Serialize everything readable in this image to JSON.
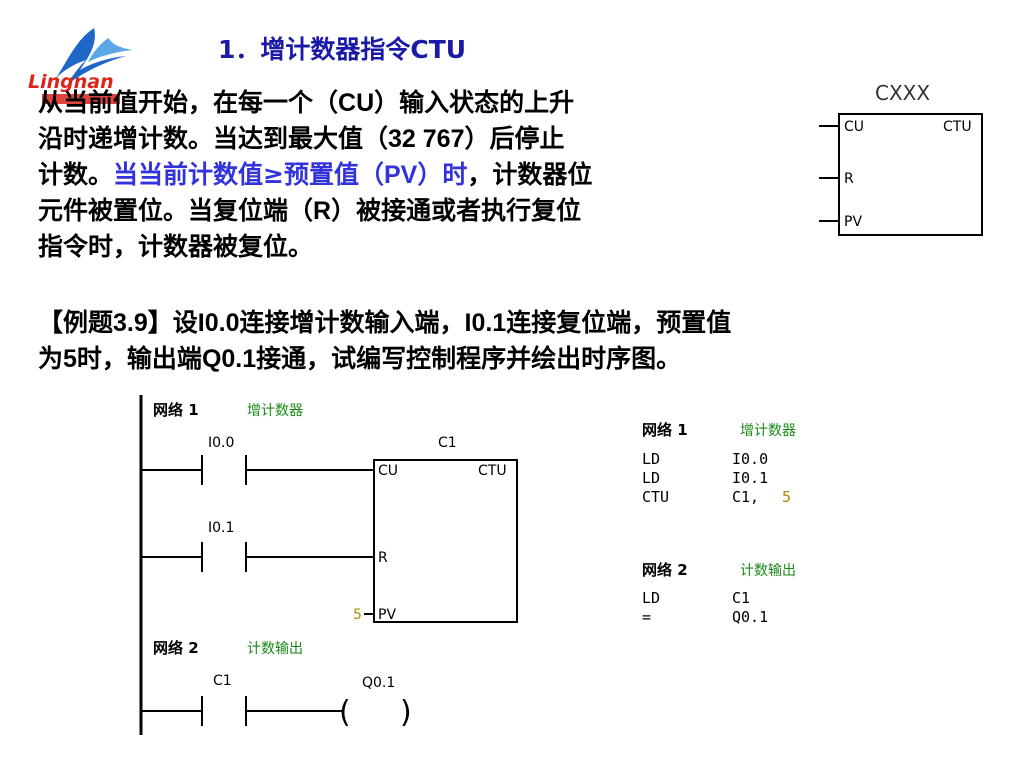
{
  "logo": {
    "text": "Lingnan"
  },
  "title": "1．增计数器指令CTU",
  "intro": {
    "line1": "从当前值开始，在每一个（",
    "cu": "CU",
    "line1b": "）输入状态的上升",
    "line2": "沿时递增计数。当达到最大值（",
    "max": "32 767",
    "line2b": "）后停止",
    "line3a": "计数。",
    "line3_hl_a": "当当前计数值",
    "line3_hl_sym": "≥",
    "line3_hl_b": "预置值（",
    "pv": "PV",
    "line3_hl_c": "）时",
    "line3b": "，计数器位",
    "line4a": "元件被置位。当复位端（",
    "r": "R",
    "line4b": "）被接通或者执行复位",
    "line5": "指令时，计数器被复位。"
  },
  "example": {
    "bracket_open": "【例题",
    "num": "3.9",
    "bracket_close": "】设",
    "i00": "I0.0",
    "part1": "连接增计数输入端，",
    "i01": "I0.1",
    "part2": "连接复位端，预置值",
    "part3a": "为",
    "five": "5",
    "part3b": "时，输出端",
    "q01": "Q0.1",
    "part3c": "接通，试编写控制程序并绘出时序图。"
  },
  "ctu_block": {
    "label": "CXXX",
    "cu": "CU",
    "ctu": "CTU",
    "r": "R",
    "pv": "PV"
  },
  "ladder": {
    "net1_label": "网络 1",
    "net1_title": "增计数器",
    "contact1": "I0.0",
    "contact2": "I0.1",
    "counter_name": "C1",
    "cu": "CU",
    "ctu": "CTU",
    "r": "R",
    "pv": "PV",
    "pv_value": "5",
    "net2_label": "网络 2",
    "net2_title": "计数输出",
    "contact3": "C1",
    "coil": "Q0.1",
    "coil_open": "(",
    "coil_close": ")"
  },
  "stl": {
    "net1_label": "网络 1",
    "net1_title": "增计数器",
    "net1_rows": [
      {
        "op": "LD",
        "arg": "I0.0"
      },
      {
        "op": "LD",
        "arg": "I0.1"
      },
      {
        "op": "CTU",
        "arg": "C1, ",
        "extra": "5"
      }
    ],
    "net2_label": "网络 2",
    "net2_title": "计数输出",
    "net2_rows": [
      {
        "op": "LD",
        "arg": "C1"
      },
      {
        "op": "=",
        "arg": "Q0.1"
      }
    ]
  },
  "colors": {
    "title": "#1a1aa6",
    "highlight": "#3333dd",
    "network_title": "#1a8a1a",
    "pv_value": "#b08a00",
    "logo_blue": "#1e66c8",
    "logo_red": "#d9251c"
  }
}
